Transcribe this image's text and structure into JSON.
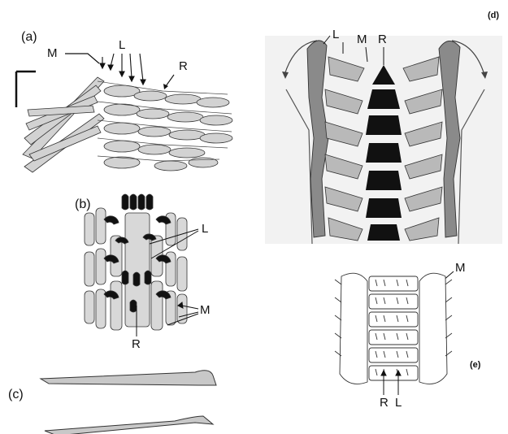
{
  "panels": {
    "a": {
      "letter": "(a)",
      "labels": {
        "M": "M",
        "L": "L",
        "R": "R"
      }
    },
    "b": {
      "letter": "(b)",
      "labels": {
        "L": "L",
        "M": "M",
        "R": "R"
      }
    },
    "c": {
      "letter": "(c)"
    },
    "d": {
      "letter": "(d)",
      "labels": {
        "L": "L",
        "M": "M",
        "R": "R"
      }
    },
    "e": {
      "letter": "(e)",
      "labels": {
        "M": "M",
        "R": "R",
        "L": "L"
      }
    }
  },
  "colors": {
    "ink": "#222222",
    "tooth_fill": "#cfcfcf",
    "shade": "#7a7a7a",
    "dark": "#111111"
  }
}
